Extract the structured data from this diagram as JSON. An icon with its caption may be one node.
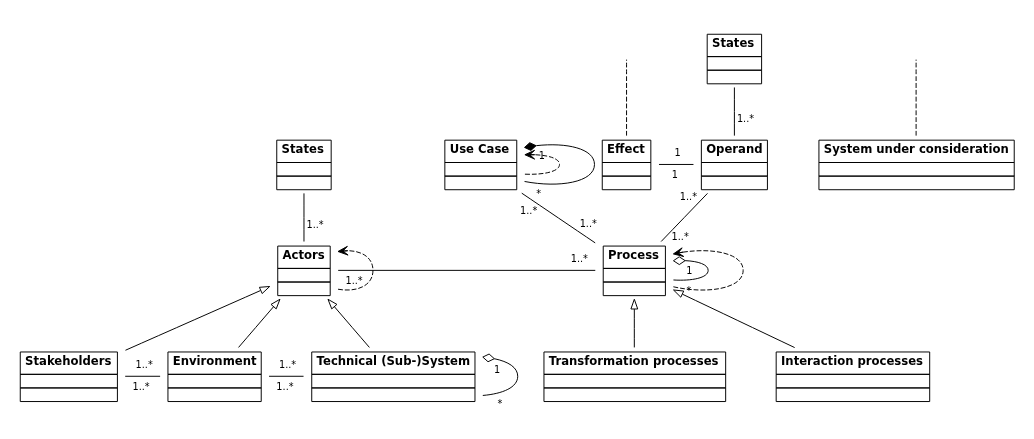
{
  "diagram": {
    "nodes": [
      {
        "text": [
          "States"
        ]
      },
      {
        "text": [
          "Use Case"
        ]
      },
      {
        "text": [
          "Effect"
        ]
      },
      {
        "text": [
          "Operand"
        ]
      },
      {
        "text": [
          "States"
        ]
      },
      {
        "text": [
          "System under consideration"
        ]
      },
      {
        "text": [
          "Actors"
        ]
      },
      {
        "text": [
          "Process"
        ]
      },
      {
        "text": [
          "Stakeholders"
        ]
      },
      {
        "text": [
          "Environment"
        ]
      },
      {
        "text": [
          "Technical (Sub-)System"
        ]
      },
      {
        "text": [
          "Transformation processes"
        ]
      },
      {
        "text": [
          "Interaction processes"
        ]
      }
    ],
    "edges": [
      {
        "from": 3,
        "to": 0,
        "arrow": "none"
      },
      {
        "from": 1,
        "to": 1,
        "arrow": "to",
        "style": "dashed"
      },
      {
        "from": 1,
        "to": 1,
        "arrow": "other"
      },
      {
        "from": 2,
        "to": 3,
        "arrow": "none"
      },
      {
        "from": 7,
        "to": 3,
        "arrow": "none"
      },
      {
        "from": 7,
        "to": 1,
        "arrow": "none"
      },
      {
        "from": 5,
        "to": null,
        "arrow": "none",
        "style": "dashed"
      },
      {
        "from": 2,
        "to": null,
        "arrow": "none",
        "style": "dashed"
      },
      {
        "from": 6,
        "to": 4,
        "arrow": "none"
      },
      {
        "from": 6,
        "to": 7,
        "arrow": "none"
      },
      {
        "from": 6,
        "to": 6,
        "arrow": "to",
        "style": "dashed"
      },
      {
        "from": 7,
        "to": 7,
        "arrow": "other"
      },
      {
        "from": 7,
        "to": 7,
        "arrow": "to",
        "style": "dashed"
      },
      {
        "from": 8,
        "to": 6,
        "arrow": "to"
      },
      {
        "from": 9,
        "to": 6,
        "arrow": "to"
      },
      {
        "from": 10,
        "to": 6,
        "arrow": "to"
      },
      {
        "from": 8,
        "to": 9,
        "arrow": "none"
      },
      {
        "from": 9,
        "to": 10,
        "arrow": "none"
      },
      {
        "from": 10,
        "to": 10,
        "arrow": "other"
      },
      {
        "from": 11,
        "to": 7,
        "arrow": "to"
      },
      {
        "from": 12,
        "to": 7,
        "arrow": "to"
      }
    ],
    "labels": [
      "*",
      "1..*",
      "1",
      "1",
      "1",
      "1..*",
      "1..*",
      "1..*",
      "1..*",
      "1..*",
      "1..*",
      "1..*",
      "1",
      "*",
      "1..*",
      "1..*",
      "1..*",
      "1..*",
      "*",
      "1"
    ]
  }
}
